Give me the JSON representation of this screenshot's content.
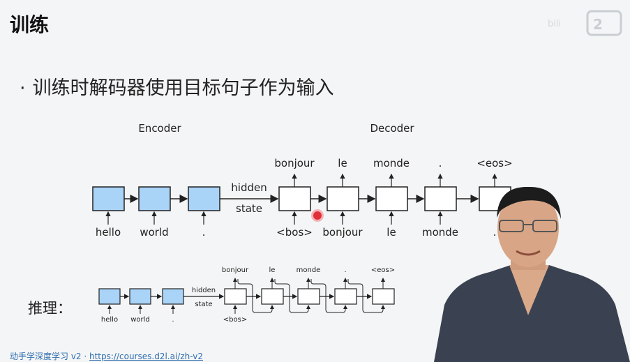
{
  "slide": {
    "title": "训练",
    "bullet": "训练时解码器使用目标句子作为输入",
    "inference_label": "推理：",
    "watermark": "bili",
    "footer_prefix": "动手学深度学习 v2 · ",
    "footer_link": "https://courses.d2l.ai/zh-v2"
  },
  "top_diagram": {
    "encoder_label": "Encoder",
    "decoder_label": "Decoder",
    "hidden_label": "hidden",
    "state_label": "state",
    "encoder_inputs": [
      "hello",
      "world",
      "."
    ],
    "decoder_inputs": [
      "<bos>",
      "bonjour",
      "le",
      "monde",
      "."
    ],
    "decoder_outputs": [
      "bonjour",
      "le",
      "monde",
      ".",
      "<eos>"
    ]
  },
  "bottom_diagram": {
    "hidden_label": "hidden",
    "state_label": "state",
    "encoder_inputs": [
      "hello",
      "world",
      "."
    ],
    "decoder_input": "<bos>",
    "decoder_outputs": [
      "bonjour",
      "le",
      "monde",
      ".",
      "<eos>"
    ]
  },
  "colors": {
    "encoder_fill": "#a9d3f7",
    "decoder_fill": "#ffffff",
    "stroke": "#222222",
    "footer": "#2f6fb0"
  },
  "icons": [
    "presenter-video",
    "recording-dot-icon",
    "bilibili-logo"
  ]
}
